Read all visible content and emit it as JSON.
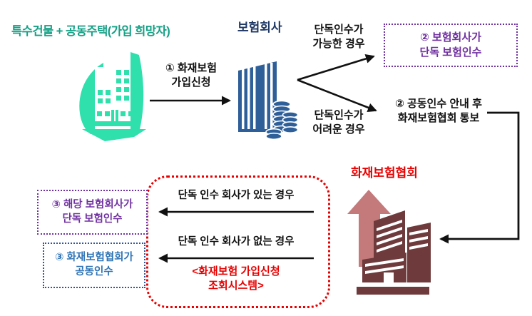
{
  "diagram": {
    "applicant_title": "특수건물 + 공동주택(가입 희망자)",
    "insurer_title": "보험회사",
    "kfpa_title": "화재보험협회",
    "step1_label": "① 화재보험\n가입신청",
    "case_possible": "단독인수가\n가능한 경우",
    "case_difficult": "단독인수가\n어려운 경우",
    "box_sole_underwrite": "② 보험회사가\n단독 보험인수",
    "step2_joint": "② 공동인수 안내 후\n화재보험협회 통보",
    "case_company_exists": "단독 인수 회사가 있는 경우",
    "case_company_not_exists": "단독 인수 회사가 없는 경우",
    "system_caption": "<화재보험 가입신청\n조회시스템>",
    "box_sole_result": "③ 해당 보험회사가\n단독 보험인수",
    "box_joint_result": "③ 화재보험협회가\n공동인수"
  },
  "colors": {
    "applicant_green": "#14A085",
    "applicant_icon_teal": "#2FE0AC",
    "insurer_navy_text": "#1F3864",
    "insurer_icon_blue": "#2E5F99",
    "purple_accent": "#7030A0",
    "joint_blue_text": "#2E74B5",
    "joint_blue_border": "#2F5496",
    "kfpa_red": "#EA0000",
    "kfpa_icon_maroon": "#6E3A3C",
    "kfpa_icon_pink": "#C4797B",
    "connector_black": "#111111"
  }
}
